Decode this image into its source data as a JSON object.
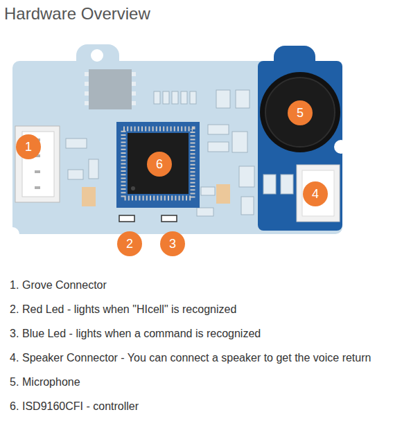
{
  "diagram": {
    "title": "Hardware Overview",
    "nodes": [
      {
        "text": [
          "1"
        ]
      },
      {
        "text": [
          "2"
        ]
      },
      {
        "text": [
          "3"
        ]
      },
      {
        "text": [
          "4"
        ]
      },
      {
        "text": [
          "5"
        ]
      },
      {
        "text": [
          "6"
        ]
      }
    ],
    "labels": [
      "1.",
      "Grove Connector",
      "2.",
      "Red Led - lights when \"HIcell\" is recognized",
      "3.",
      "Blue Led - lights when a command is recognized",
      "4.",
      "Speaker Connector - You can connect a speaker to get the voice return",
      "5.",
      "Microphone",
      "6.",
      "ISD9160CFI - controller"
    ]
  }
}
